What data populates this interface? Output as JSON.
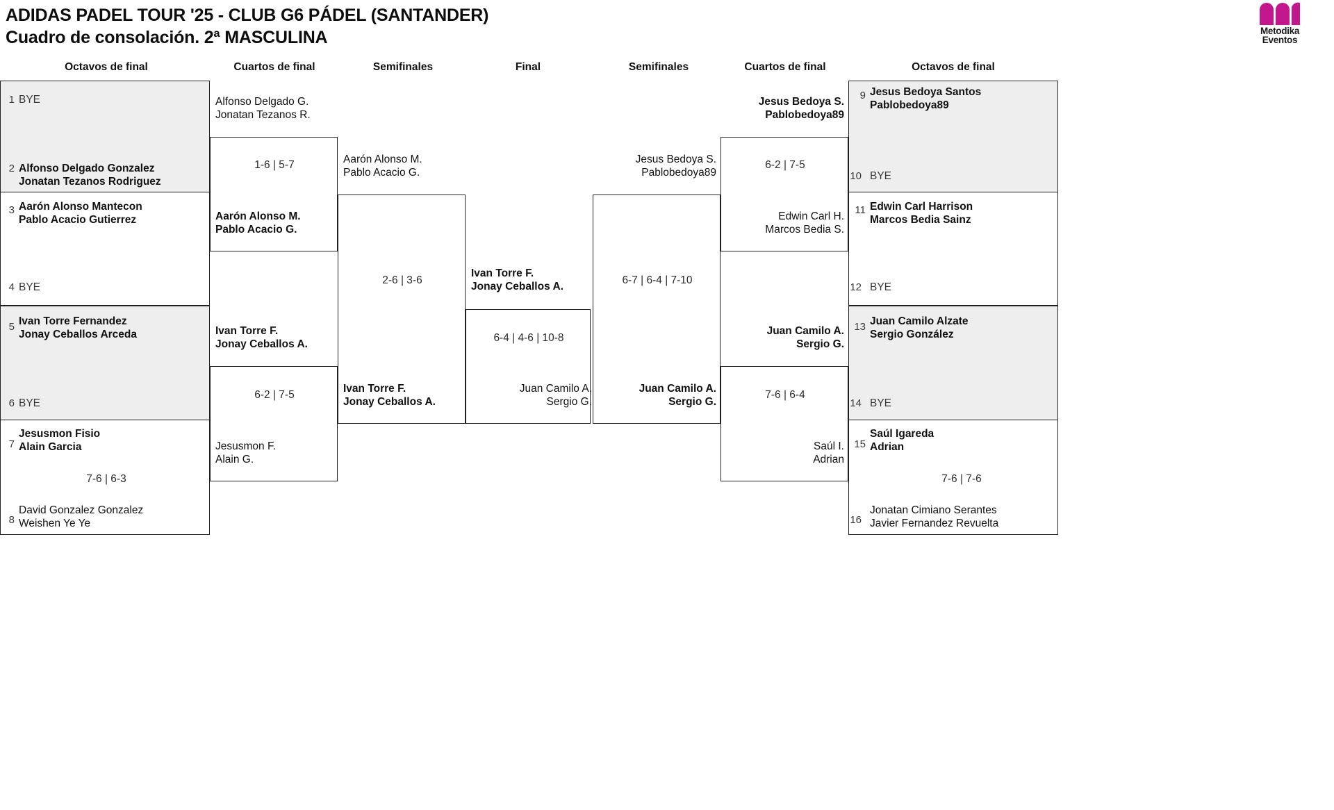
{
  "header": {
    "title_line1": "ADIDAS PADEL TOUR '25 - CLUB G6 PÁDEL (SANTANDER)",
    "title_line2": "Cuadro de consolación. 2ª MASCULINA",
    "logo_name_line1": "Metodika",
    "logo_name_line2": "Eventos",
    "logo_color": "#c2168d"
  },
  "round_headers": {
    "left_r16": "Octavos de final",
    "left_qf": "Cuartos de final",
    "left_sf": "Semifinales",
    "final": "Final",
    "right_sf": "Semifinales",
    "right_qf": "Cuartos de final",
    "right_r16": "Octavos de final"
  },
  "left_r16": [
    {
      "seed": "1",
      "line1": "BYE",
      "line2": "",
      "bye": true,
      "bold": false
    },
    {
      "seed": "2",
      "line1": "Alfonso Delgado Gonzalez",
      "line2": "Jonatan Tezanos Rodriguez",
      "bye": false,
      "bold": true
    },
    {
      "seed": "3",
      "line1": "Aarón Alonso Mantecon",
      "line2": "Pablo Acacio Gutierrez",
      "bye": false,
      "bold": true
    },
    {
      "seed": "4",
      "line1": "BYE",
      "line2": "",
      "bye": true,
      "bold": false
    },
    {
      "seed": "5",
      "line1": "Ivan Torre Fernandez",
      "line2": "Jonay Ceballos Arceda",
      "bye": false,
      "bold": true
    },
    {
      "seed": "6",
      "line1": "BYE",
      "line2": "",
      "bye": true,
      "bold": false
    },
    {
      "seed": "7",
      "line1": "Jesusmon Fisio",
      "line2": "Alain Garcia",
      "bye": false,
      "bold": true
    },
    {
      "seed": "8",
      "line1": "David Gonzalez Gonzalez",
      "line2": "Weishen Ye Ye",
      "bye": false,
      "bold": false
    }
  ],
  "left_r16_scores": {
    "match_7_8": "7-6 | 6-3"
  },
  "left_qf": [
    {
      "line1": "Alfonso Delgado G.",
      "line2": "Jonatan Tezanos R.",
      "bold": false
    },
    {
      "line1": "Aarón Alonso M.",
      "line2": "Pablo Acacio G.",
      "bold": true
    },
    {
      "line1": "Ivan Torre F.",
      "line2": "Jonay Ceballos A.",
      "bold": true
    },
    {
      "line1": "Jesusmon F.",
      "line2": "Alain G.",
      "bold": false
    }
  ],
  "left_qf_scores": {
    "match_top": "1-6 | 5-7",
    "match_bottom": "6-2 | 7-5"
  },
  "left_sf": [
    {
      "line1": "Aarón Alonso M.",
      "line2": "Pablo Acacio G.",
      "bold": false
    },
    {
      "line1": "Ivan Torre F.",
      "line2": "Jonay Ceballos A.",
      "bold": true
    }
  ],
  "left_sf_scores": {
    "match": "2-6 | 3-6"
  },
  "final": {
    "top": {
      "line1": "Ivan Torre F.",
      "line2": "Jonay Ceballos A.",
      "bold": true
    },
    "bottom": {
      "line1": "Juan Camilo A.",
      "line2": "Sergio G.",
      "bold": false
    },
    "score": "6-4 | 4-6 | 10-8"
  },
  "right_sf": [
    {
      "line1": "Jesus Bedoya S.",
      "line2": "Pablobedoya89",
      "bold": false
    },
    {
      "line1": "Juan Camilo A.",
      "line2": "Sergio G.",
      "bold": true
    }
  ],
  "right_sf_scores": {
    "match": "6-7 | 6-4 | 7-10"
  },
  "right_qf": [
    {
      "line1": "Jesus Bedoya S.",
      "line2": "Pablobedoya89",
      "bold": true
    },
    {
      "line1": "Edwin Carl H.",
      "line2": "Marcos Bedia S.",
      "bold": false
    },
    {
      "line1": "Juan Camilo A.",
      "line2": "Sergio G.",
      "bold": true
    },
    {
      "line1": "Saúl I.",
      "line2": "Adrian",
      "bold": false
    }
  ],
  "right_qf_scores": {
    "match_top": "6-2 | 7-5",
    "match_bottom": "7-6 | 6-4"
  },
  "right_r16": [
    {
      "seed": "9",
      "line1": "Jesus Bedoya Santos",
      "line2": "Pablobedoya89",
      "bye": false,
      "bold": true
    },
    {
      "seed": "10",
      "line1": "BYE",
      "line2": "",
      "bye": true,
      "bold": false
    },
    {
      "seed": "11",
      "line1": "Edwin Carl Harrison",
      "line2": "Marcos Bedia Sainz",
      "bye": false,
      "bold": true
    },
    {
      "seed": "12",
      "line1": "BYE",
      "line2": "",
      "bye": true,
      "bold": false
    },
    {
      "seed": "13",
      "line1": "Juan Camilo Alzate",
      "line2": "Sergio González",
      "bye": false,
      "bold": true
    },
    {
      "seed": "14",
      "line1": "BYE",
      "line2": "",
      "bye": true,
      "bold": false
    },
    {
      "seed": "15",
      "line1": "Saúl Igareda",
      "line2": "Adrian",
      "bye": false,
      "bold": true
    },
    {
      "seed": "16",
      "line1": "Jonatan Cimiano Serantes",
      "line2": "Javier Fernandez Revuelta",
      "bye": false,
      "bold": false
    }
  ],
  "right_r16_scores": {
    "match_15_16": "7-6 | 7-6"
  }
}
